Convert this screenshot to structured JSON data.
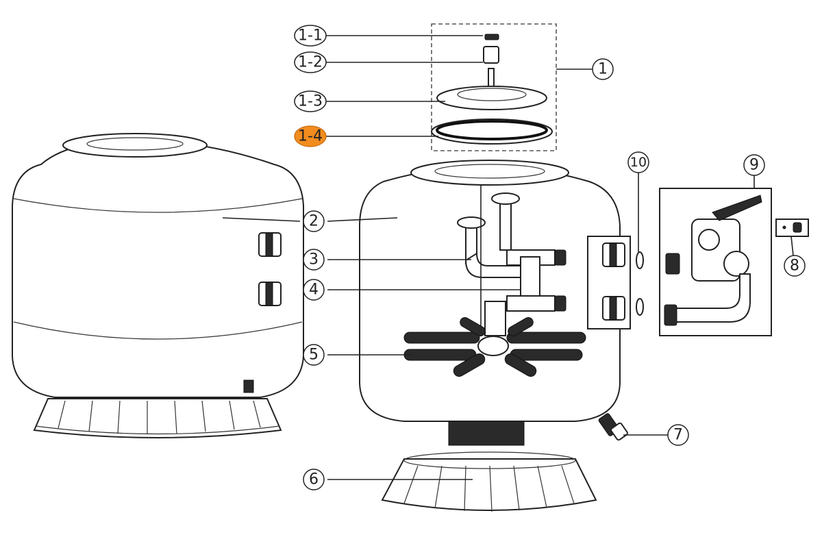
{
  "diagram": {
    "highlight_color": "#F28C1E",
    "selected_callout": "1-4",
    "callouts": [
      {
        "id": "1-1",
        "label": "1-1"
      },
      {
        "id": "1-2",
        "label": "1-2"
      },
      {
        "id": "1-3",
        "label": "1-3"
      },
      {
        "id": "1-4",
        "label": "1-4"
      },
      {
        "id": "1",
        "label": "1"
      },
      {
        "id": "2",
        "label": "2"
      },
      {
        "id": "3",
        "label": "3"
      },
      {
        "id": "4",
        "label": "4"
      },
      {
        "id": "5",
        "label": "5"
      },
      {
        "id": "6",
        "label": "6"
      },
      {
        "id": "7",
        "label": "7"
      },
      {
        "id": "8",
        "label": "8"
      },
      {
        "id": "9",
        "label": "9"
      },
      {
        "id": "10",
        "label": "10"
      }
    ]
  }
}
